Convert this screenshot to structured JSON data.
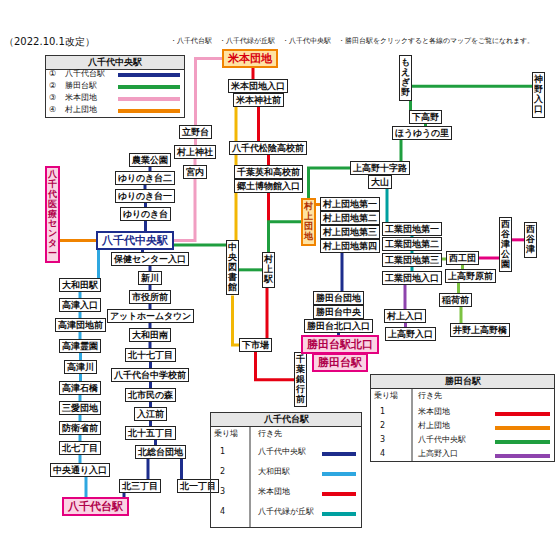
{
  "diagram": {
    "nodes": [
      {
        "text": [
          "米本団地"
        ]
      },
      {
        "text": [
          "米本団地入口"
        ]
      },
      {
        "text": [
          "米本神社前"
        ]
      },
      {
        "text": [
          "立野台"
        ]
      },
      {
        "text": [
          "村上神社"
        ]
      },
      {
        "text": [
          "宮内"
        ]
      },
      {
        "text": [
          "八千代松陰高校前"
        ]
      },
      {
        "text": [
          "千葉英和高校前"
        ]
      },
      {
        "text": [
          "郷土博物館入口"
        ]
      },
      {
        "text": [
          "村上駅"
        ]
      },
      {
        "text": [
          "下市場"
        ]
      },
      {
        "text": [
          "千葉銀行前"
        ]
      },
      {
        "text": [
          "中央図書館"
        ]
      },
      {
        "text": [
          "村上団地"
        ]
      },
      {
        "text": [
          "上高野十字路"
        ]
      },
      {
        "text": [
          "大山"
        ]
      },
      {
        "text": [
          "村上団地第一"
        ]
      },
      {
        "text": [
          "村上団地第二"
        ]
      },
      {
        "text": [
          "村上団地第三"
        ]
      },
      {
        "text": [
          "村上団地第四"
        ]
      },
      {
        "text": [
          "工業団地第一"
        ]
      },
      {
        "text": [
          "工業団地第二"
        ]
      },
      {
        "text": [
          "工業団地第三"
        ]
      },
      {
        "text": [
          "工業団地入口"
        ]
      },
      {
        "text": [
          "勝田台団地"
        ]
      },
      {
        "text": [
          "勝田台中央"
        ]
      },
      {
        "text": [
          "勝田台北口入口"
        ]
      },
      {
        "text": [
          "勝田台駅北口"
        ]
      },
      {
        "text": [
          "勝田台駅"
        ]
      },
      {
        "text": [
          "村上入口"
        ]
      },
      {
        "text": [
          "上高野入口"
        ]
      },
      {
        "text": [
          "西工団"
        ]
      },
      {
        "text": [
          "上高野原前"
        ]
      },
      {
        "text": [
          "稲荷前"
        ]
      },
      {
        "text": [
          "井野上高野橋"
        ]
      },
      {
        "text": [
          "下高野"
        ]
      },
      {
        "text": [
          "ほうゆうの里"
        ]
      },
      {
        "text": [
          "もえぎ野"
        ]
      },
      {
        "text": [
          "神野入口"
        ]
      },
      {
        "text": [
          "西谷津公園"
        ]
      },
      {
        "text": [
          "西谷津"
        ]
      },
      {
        "text": [
          "八千代中央駅"
        ]
      },
      {
        "text": [
          "農業公園"
        ]
      },
      {
        "text": [
          "ゆりのき台二"
        ]
      },
      {
        "text": [
          "ゆりのき台一"
        ]
      },
      {
        "text": [
          "ゆりのき台"
        ]
      },
      {
        "text": [
          "保健センター入口"
        ]
      },
      {
        "text": [
          "新川"
        ]
      },
      {
        "text": [
          "市役所前"
        ]
      },
      {
        "text": [
          "アットホームタウン"
        ]
      },
      {
        "text": [
          "大和田南"
        ]
      },
      {
        "text": [
          "北十七丁目"
        ]
      },
      {
        "text": [
          "八千代台中学校前"
        ]
      },
      {
        "text": [
          "北市民の森"
        ]
      },
      {
        "text": [
          "入江前"
        ]
      },
      {
        "text": [
          "北十五丁目"
        ]
      },
      {
        "text": [
          "北総台団地"
        ]
      },
      {
        "text": [
          "北三丁目"
        ]
      },
      {
        "text": [
          "北一丁目"
        ]
      },
      {
        "text": [
          "八千代台駅"
        ]
      },
      {
        "text": [
          "大和田駅"
        ]
      },
      {
        "text": [
          "高津入口"
        ]
      },
      {
        "text": [
          "高津団地前"
        ]
      },
      {
        "text": [
          "高津霊園"
        ]
      },
      {
        "text": [
          "高津川"
        ]
      },
      {
        "text": [
          "高津石橋"
        ]
      },
      {
        "text": [
          "三愛団地"
        ]
      },
      {
        "text": [
          "防衛省前"
        ]
      },
      {
        "text": [
          "北七丁目"
        ]
      },
      {
        "text": [
          "中央通り入口"
        ]
      },
      {
        "text": [
          "八千代医療センター"
        ]
      },
      {
        "text": [
          "八千代中央駅"
        ]
      },
      {
        "text": [
          "八千代台駅"
        ]
      },
      {
        "text": [
          "勝田台駅"
        ]
      }
    ],
    "edges": [
      {
        "from": 0,
        "to": 1,
        "arrow": "none"
      },
      {
        "from": 1,
        "to": 2,
        "arrow": "none"
      },
      {
        "from": 2,
        "to": 6,
        "arrow": "none"
      },
      {
        "from": 6,
        "to": 7,
        "arrow": "none"
      },
      {
        "from": 7,
        "to": 8,
        "arrow": "none"
      },
      {
        "from": 8,
        "to": 9,
        "arrow": "none"
      },
      {
        "from": 9,
        "to": 10,
        "arrow": "none"
      },
      {
        "from": 10,
        "to": 11,
        "arrow": "none"
      },
      {
        "from": 2,
        "to": 12,
        "arrow": "none"
      },
      {
        "from": 12,
        "to": 10,
        "arrow": "none"
      },
      {
        "from": 0,
        "to": 3,
        "arrow": "none"
      },
      {
        "from": 3,
        "to": 4,
        "arrow": "none"
      },
      {
        "from": 4,
        "to": 5,
        "arrow": "none"
      },
      {
        "from": 5,
        "to": 41,
        "arrow": "none"
      },
      {
        "from": 41,
        "to": 12,
        "arrow": "none"
      },
      {
        "from": 12,
        "to": 9,
        "arrow": "none"
      },
      {
        "from": 9,
        "to": 13,
        "arrow": "none"
      },
      {
        "from": 13,
        "to": 14,
        "arrow": "none"
      },
      {
        "from": 14,
        "to": 36,
        "arrow": "none"
      },
      {
        "from": 36,
        "to": 35,
        "arrow": "none"
      },
      {
        "from": 35,
        "to": 37,
        "arrow": "none"
      },
      {
        "from": 37,
        "to": 38,
        "arrow": "none"
      },
      {
        "from": 13,
        "to": 16,
        "arrow": "none"
      },
      {
        "from": 70,
        "to": 41,
        "arrow": "none"
      },
      {
        "from": 16,
        "to": 17,
        "arrow": "none"
      },
      {
        "from": 17,
        "to": 18,
        "arrow": "none"
      },
      {
        "from": 18,
        "to": 19,
        "arrow": "none"
      },
      {
        "from": 19,
        "to": 24,
        "arrow": "none"
      },
      {
        "from": 24,
        "to": 25,
        "arrow": "none"
      },
      {
        "from": 25,
        "to": 26,
        "arrow": "none"
      },
      {
        "from": 26,
        "to": 27,
        "arrow": "none"
      },
      {
        "from": 27,
        "to": 28,
        "arrow": "none"
      },
      {
        "from": 14,
        "to": 15,
        "arrow": "none"
      },
      {
        "from": 15,
        "to": 20,
        "arrow": "none"
      },
      {
        "from": 20,
        "to": 21,
        "arrow": "none"
      },
      {
        "from": 21,
        "to": 22,
        "arrow": "none"
      },
      {
        "from": 22,
        "to": 23,
        "arrow": "none"
      },
      {
        "from": 23,
        "to": 29,
        "arrow": "none"
      },
      {
        "from": 29,
        "to": 30,
        "arrow": "none"
      },
      {
        "from": 22,
        "to": 31,
        "arrow": "none"
      },
      {
        "from": 31,
        "to": 32,
        "arrow": "none"
      },
      {
        "from": 32,
        "to": 33,
        "arrow": "none"
      },
      {
        "from": 33,
        "to": 34,
        "arrow": "none"
      },
      {
        "from": 31,
        "to": 39,
        "arrow": "none"
      },
      {
        "from": 39,
        "to": 40,
        "arrow": "none"
      },
      {
        "from": 42,
        "to": 43,
        "arrow": "none"
      },
      {
        "from": 43,
        "to": 44,
        "arrow": "none"
      },
      {
        "from": 44,
        "to": 45,
        "arrow": "none"
      },
      {
        "from": 45,
        "to": 41,
        "arrow": "none"
      },
      {
        "from": 41,
        "to": 46,
        "arrow": "none"
      },
      {
        "from": 46,
        "to": 47,
        "arrow": "none"
      },
      {
        "from": 47,
        "to": 48,
        "arrow": "none"
      },
      {
        "from": 48,
        "to": 49,
        "arrow": "none"
      },
      {
        "from": 49,
        "to": 50,
        "arrow": "none"
      },
      {
        "from": 50,
        "to": 51,
        "arrow": "none"
      },
      {
        "from": 51,
        "to": 52,
        "arrow": "none"
      },
      {
        "from": 52,
        "to": 53,
        "arrow": "none"
      },
      {
        "from": 53,
        "to": 54,
        "arrow": "none"
      },
      {
        "from": 54,
        "to": 55,
        "arrow": "none"
      },
      {
        "from": 55,
        "to": 56,
        "arrow": "none"
      },
      {
        "from": 56,
        "to": 57,
        "arrow": "none"
      },
      {
        "from": 56,
        "to": 58,
        "arrow": "none"
      },
      {
        "from": 57,
        "to": 59,
        "arrow": "none"
      },
      {
        "from": 41,
        "to": 60,
        "arrow": "none"
      },
      {
        "from": 60,
        "to": 61,
        "arrow": "none"
      },
      {
        "from": 61,
        "to": 62,
        "arrow": "none"
      },
      {
        "from": 62,
        "to": 63,
        "arrow": "none"
      },
      {
        "from": 63,
        "to": 64,
        "arrow": "none"
      },
      {
        "from": 64,
        "to": 65,
        "arrow": "none"
      },
      {
        "from": 65,
        "to": 66,
        "arrow": "none"
      },
      {
        "from": 66,
        "to": 67,
        "arrow": "none"
      },
      {
        "from": 67,
        "to": 68,
        "arrow": "none"
      },
      {
        "from": 68,
        "to": 69,
        "arrow": "none"
      },
      {
        "from": 69,
        "to": 59,
        "arrow": "none"
      }
    ],
    "labels": [
      "（2022.10.1改定）",
      "・八千代台駅　・八千代緑が丘駅　・八千代中央駅　・勝田台駅をクリックすると各線のマップをご覧になれます。",
      "①",
      "八千代台駅",
      "②",
      "勝田台駅",
      "③",
      "米本団地",
      "④",
      "村上団地",
      "乗り場",
      "行き先",
      "1",
      "八千代中央駅",
      "2",
      "大和田駅",
      "3",
      "米本団地",
      "4",
      "八千代緑が丘駅",
      "乗り場",
      "行き先",
      "1",
      "米本団地",
      "2",
      "村上団地",
      "3",
      "八千代中央駅",
      "4",
      "上高野入口"
    ]
  }
}
